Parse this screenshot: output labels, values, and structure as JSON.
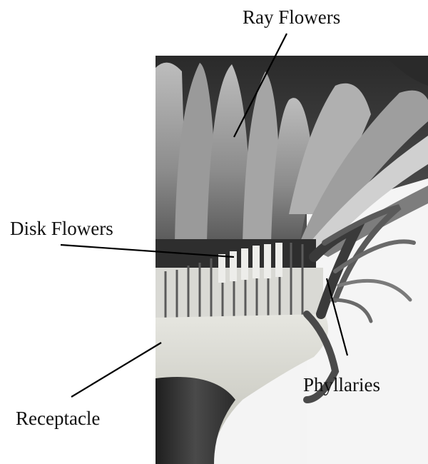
{
  "diagram": {
    "labels": {
      "ray_flowers": "Ray Flowers",
      "disk_flowers": "Disk Flowers",
      "phyllaries": "Phyllaries",
      "receptacle": "Receptacle"
    }
  }
}
